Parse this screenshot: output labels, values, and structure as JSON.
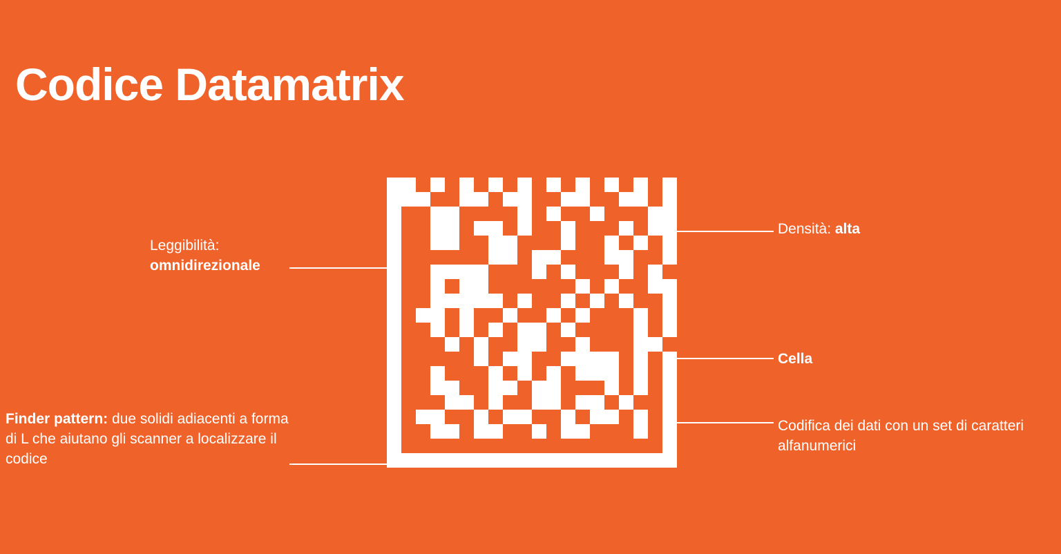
{
  "title": "Codice Datamatrix",
  "colors": {
    "background": "#ef6229",
    "foreground": "#ffffff"
  },
  "annotations": {
    "readability": {
      "prefix": "Leggibilità:",
      "value": "omnidirezionale",
      "leader_name": "leader-line-readability"
    },
    "finder": {
      "prefix": "Finder pattern:",
      "value": " due solidi adiacenti a forma di L che aiutano gli scanner a localizzare il codice",
      "leader_name": "leader-line-finder"
    },
    "density": {
      "prefix": "Densità: ",
      "value": "alta",
      "leader_name": "leader-line-density"
    },
    "cell": {
      "prefix": "",
      "value": "Cella",
      "leader_name": "leader-line-cell"
    },
    "encoding": {
      "prefix": "",
      "value": "Codifica dei dati con un set di caratteri alfanumerici",
      "leader_name": "leader-line-encoding"
    }
  },
  "matrix": {
    "name": "datamatrix-code",
    "rows": 20,
    "cols": 20,
    "on_color": "#ffffff",
    "off_color": "#ef6229",
    "grid": [
      "11010101010101010101",
      "11100110110011001101",
      "10011000010100100011",
      "10011011010010001011",
      "10011001100010010101",
      "10000001101100011001",
      "10011110001010001010",
      "10010110000001010011",
      "10011111010010101001",
      "10110100100101000101",
      "10010101011010000101",
      "10001010011001000110",
      "10000010110011110101",
      "10010001010101110101",
      "10011001101100010101",
      "10001101001101101001",
      "10110010110010110101",
      "10011011001011000101",
      "10000000000000000001",
      "11111111111111111111"
    ]
  }
}
